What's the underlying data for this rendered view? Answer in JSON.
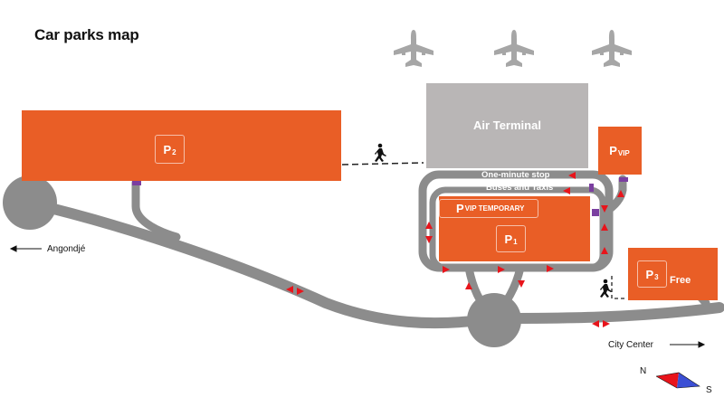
{
  "title": "Car parks map",
  "colors": {
    "parking": "#e95e26",
    "terminal": "#b9b6b6",
    "road": "#8c8c8c",
    "arrow": "#e8141b",
    "marker": "#7b3fa0",
    "plane": "#a6a6a6",
    "compass_north": "#e8141b",
    "compass_south": "#3b4fd4"
  },
  "icons": [
    "airplane-icon",
    "pedestrian-icon",
    "compass-icon",
    "arrow-left-icon",
    "arrow-right-icon"
  ],
  "terminal": {
    "label": "Air Terminal"
  },
  "parkings": {
    "p2": {
      "letter": "P",
      "sub": "2"
    },
    "p1": {
      "letter": "P",
      "sub": "1"
    },
    "pvip": {
      "letter": "P",
      "sub": "VIP"
    },
    "pvip_temp": {
      "letter": "P",
      "sub": "VIP TEMPORARY"
    },
    "p3": {
      "letter": "P",
      "sub": "3",
      "note": "Free"
    }
  },
  "stops": {
    "one_minute": "One-minute stop",
    "buses_taxis": "Buses and Taxis"
  },
  "directions": {
    "left": "Angondjé",
    "right": "City Center"
  },
  "compass": {
    "north": "N",
    "south": "S"
  }
}
